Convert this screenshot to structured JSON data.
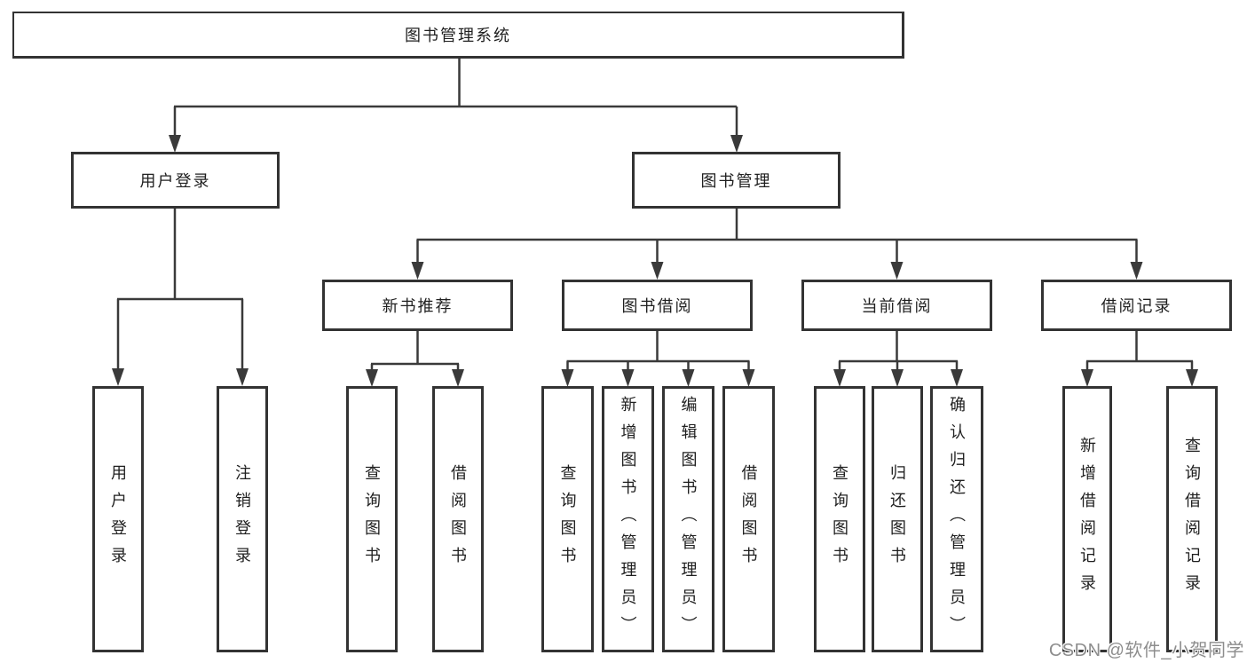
{
  "tree": {
    "label": "图书管理系统",
    "children": [
      {
        "label": "用户登录",
        "children": [
          {
            "label": "用户登录"
          },
          {
            "label": "注销登录"
          }
        ]
      },
      {
        "label": "图书管理",
        "children": [
          {
            "label": "新书推荐",
            "children": [
              {
                "label": "查询图书"
              },
              {
                "label": "借阅图书"
              }
            ]
          },
          {
            "label": "图书借阅",
            "children": [
              {
                "label": "查询图书"
              },
              {
                "label": "新增图书（管理员）"
              },
              {
                "label": "编辑图书（管理员）"
              },
              {
                "label": "借阅图书"
              }
            ]
          },
          {
            "label": "当前借阅",
            "children": [
              {
                "label": "查询图书"
              },
              {
                "label": "归还图书"
              },
              {
                "label": "确认归还（管理员）"
              }
            ]
          },
          {
            "label": "借阅记录",
            "children": [
              {
                "label": "新增借阅记录"
              },
              {
                "label": "查询借阅记录"
              }
            ]
          }
        ]
      }
    ]
  },
  "watermark": {
    "text": "CSDN @软件_小贺同学",
    "color": "#8d8d8d"
  },
  "colors": {
    "line": "#3a3a3a",
    "box_border": "#333333",
    "text": "#1f1f1f",
    "background": "#ffffff"
  }
}
